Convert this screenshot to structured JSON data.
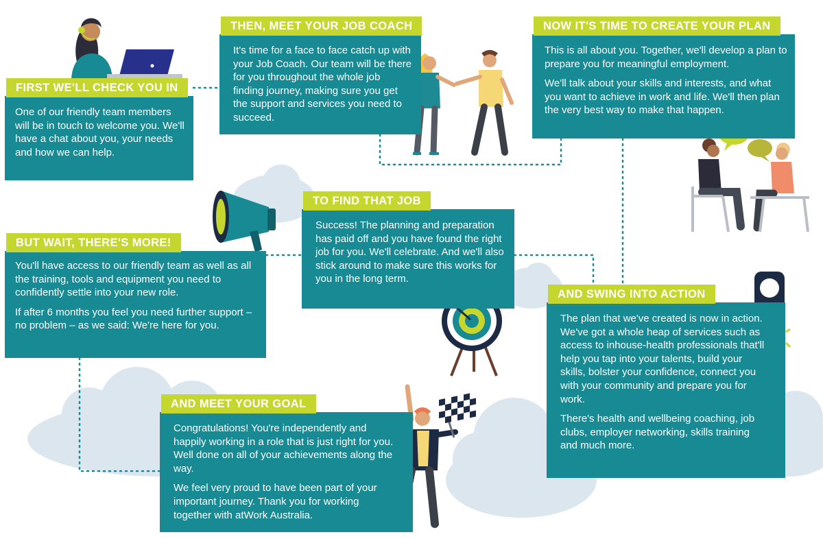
{
  "steps": [
    {
      "title": "FIRST WE'LL CHECK YOU IN",
      "paragraphs": [
        "One of our friendly team members will be in touch to welcome you. We'll have a chat about you, your needs and how we can help."
      ]
    },
    {
      "title": "THEN, MEET YOUR JOB COACH",
      "paragraphs": [
        "It's time for a face to face catch up with your Job Coach. Our team will be there for you throughout the whole job finding journey, making sure you get the support and services you need to succeed."
      ]
    },
    {
      "title": "NOW IT'S TIME TO CREATE YOUR PLAN",
      "paragraphs": [
        "This is all about you. Together, we'll develop a plan to prepare you for meaningful employment.",
        "We'll talk about your skills and interests, and what you want to achieve in work and life. We'll then plan the very best way to make that happen."
      ]
    },
    {
      "title": "AND SWING INTO ACTION",
      "paragraphs": [
        "The plan that we've created is now in action. We've got a whole heap of services such as access to inhouse-health professionals that'll help you tap into your talents, build your skills, bolster your confidence, connect you with your community and prepare you for work.",
        "There's health and wellbeing coaching, job clubs, employer networking, skills training and much more."
      ]
    },
    {
      "title": "TO FIND THAT JOB",
      "paragraphs": [
        "Success! The planning and preparation has paid off and you have found the right job for you. We'll celebrate. And we'll also stick around to make sure this works for you in the long term."
      ]
    },
    {
      "title": "BUT WAIT, THERE'S MORE!",
      "paragraphs": [
        "You'll have access to our friendly team as well as all the training, tools and equipment you need to confidently settle into your new role.",
        "If after 6 months you feel you need further support – no problem – as we said: We're here for you."
      ]
    },
    {
      "title": "AND MEET YOUR GOAL",
      "paragraphs": [
        "Congratulations! You're independently and happily working in a role that is just right for you. Well done on all of your achievements along the way.",
        "We feel very proud to have been part of your important journey. Thank you for working together with atWork Australia."
      ]
    }
  ],
  "colors": {
    "card": "#178a93",
    "title_bar": "#c5d62f",
    "cloud": "#dce6ef",
    "connector": "#178a93"
  },
  "illustrations": [
    "call-centre-agent-icon",
    "handshake-people-icon",
    "chatting-people-icon",
    "megaphone-icon",
    "target-icon",
    "traffic-light-icon",
    "celebrating-person-flag-icon"
  ]
}
